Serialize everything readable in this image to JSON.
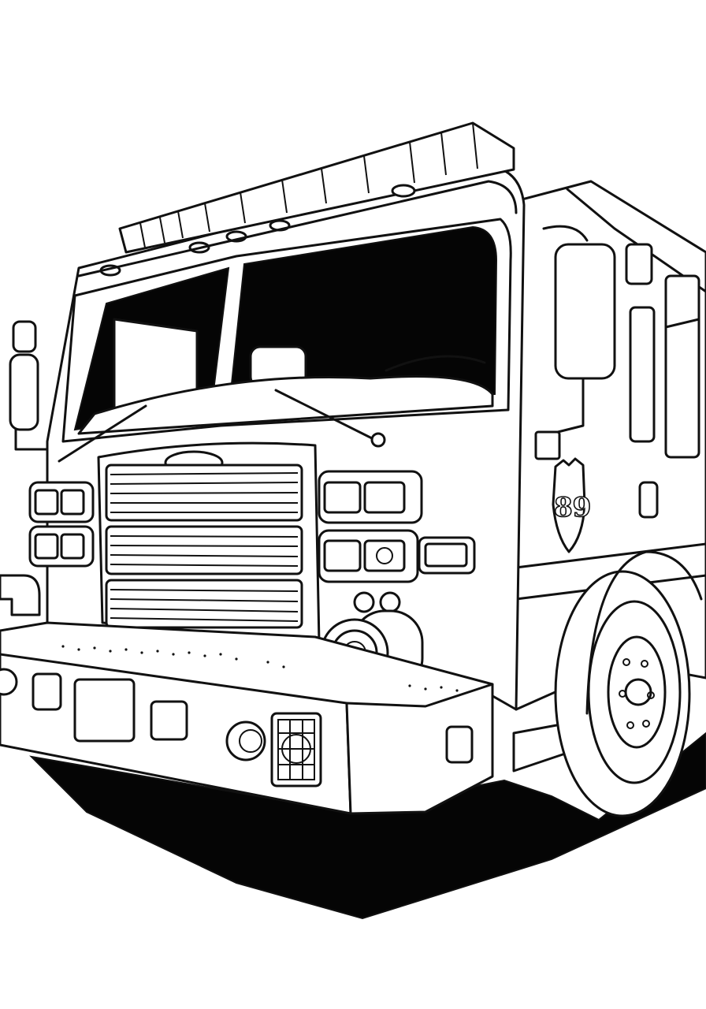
{
  "illustration": {
    "subject": "Fire truck coloring page",
    "style": "black line art on white background",
    "background_color": "#ffffff",
    "line_color": "#111111",
    "shadow_color": "#050505"
  },
  "badge": {
    "number": "89"
  },
  "parts": {
    "light_bar_segments": 12,
    "grille_sections": 3,
    "headlight_clusters": 4,
    "visible_wheels": 1
  }
}
